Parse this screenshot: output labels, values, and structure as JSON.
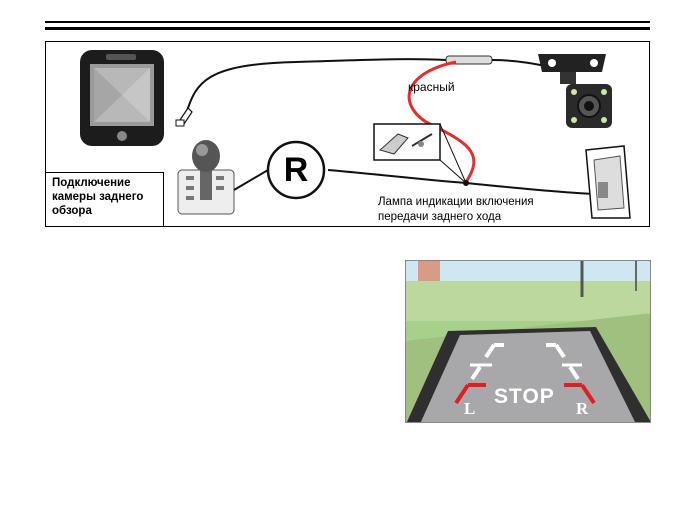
{
  "diagram": {
    "caption": [
      "Подключение",
      "камеры заднего",
      "обзора"
    ],
    "wire_label": "красный",
    "lamp_label": [
      "Лампа индикации включения",
      "передачи заднего хода"
    ],
    "gear_letter": "R",
    "wire_color": "#e03030"
  },
  "rearview": {
    "stop": "STOP",
    "left": "L",
    "right": "R",
    "guide_color_near": "#e02020",
    "guide_color_far": "#ffffff"
  },
  "icons": [
    "dashcam-icon",
    "rear-camera-icon",
    "gear-shifter-icon",
    "tail-lamp-icon",
    "wire-tap-icon"
  ]
}
